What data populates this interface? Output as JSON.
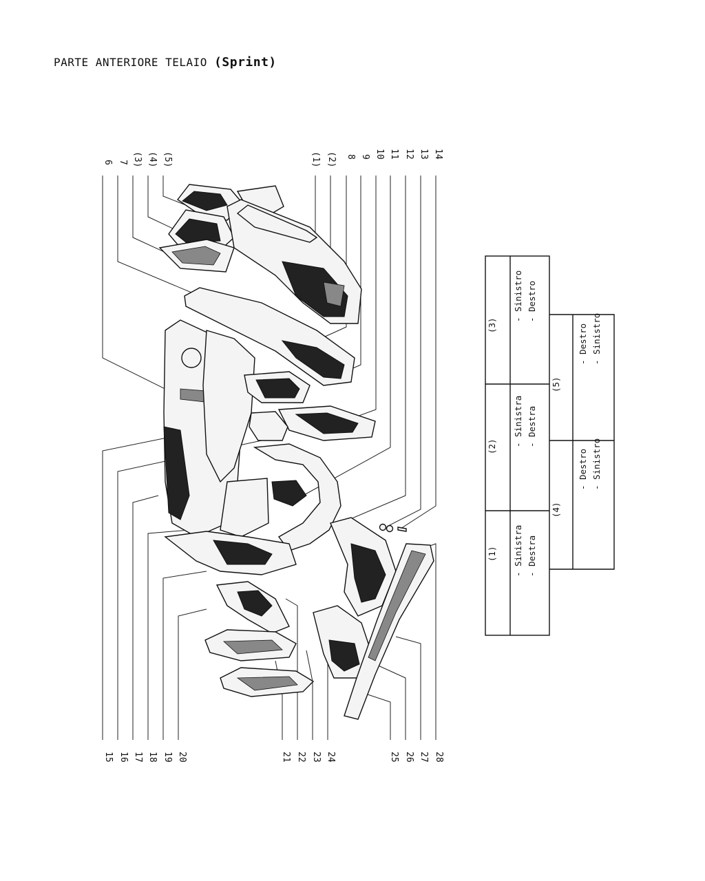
{
  "title": {
    "main": "PARTE ANTERIORE TELAIO",
    "variant": "(Sprint)"
  },
  "labels_top": [
    {
      "id": "l6",
      "text": "6"
    },
    {
      "id": "l7",
      "text": "7"
    },
    {
      "id": "l3",
      "text": "(3)"
    },
    {
      "id": "l4",
      "text": "(4)"
    },
    {
      "id": "l5",
      "text": "(5)"
    },
    {
      "id": "l1",
      "text": "(1)"
    },
    {
      "id": "l2",
      "text": "(2)"
    },
    {
      "id": "l8",
      "text": "8"
    },
    {
      "id": "l9",
      "text": "9"
    },
    {
      "id": "l10",
      "text": "10"
    },
    {
      "id": "l11",
      "text": "11"
    },
    {
      "id": "l12",
      "text": "12"
    },
    {
      "id": "l13",
      "text": "13"
    },
    {
      "id": "l14",
      "text": "14"
    }
  ],
  "labels_bottom": [
    {
      "id": "l15",
      "text": "15"
    },
    {
      "id": "l16",
      "text": "16"
    },
    {
      "id": "l17",
      "text": "17"
    },
    {
      "id": "l18",
      "text": "18"
    },
    {
      "id": "l19",
      "text": "19"
    },
    {
      "id": "l20",
      "text": "20"
    },
    {
      "id": "l21",
      "text": "21"
    },
    {
      "id": "l22",
      "text": "22"
    },
    {
      "id": "l23",
      "text": "23"
    },
    {
      "id": "l24",
      "text": "24"
    },
    {
      "id": "l25",
      "text": "25"
    },
    {
      "id": "l26",
      "text": "26"
    },
    {
      "id": "l27",
      "text": "27"
    },
    {
      "id": "l28",
      "text": "28"
    }
  ],
  "legend": {
    "rows": [
      {
        "ref": "(1)",
        "lines": [
          "- Sinistra",
          "- Destra"
        ]
      },
      {
        "ref": "(2)",
        "lines": [
          "- Sinistra",
          "- Destra"
        ]
      },
      {
        "ref": "(3)",
        "lines": [
          "- Sinistro",
          "- Destro"
        ]
      },
      {
        "ref": "(4)",
        "lines": [
          "- Destro",
          "- Sinistro"
        ]
      },
      {
        "ref": "(5)",
        "lines": [
          "- Destro",
          "- Sinistro"
        ]
      }
    ]
  }
}
